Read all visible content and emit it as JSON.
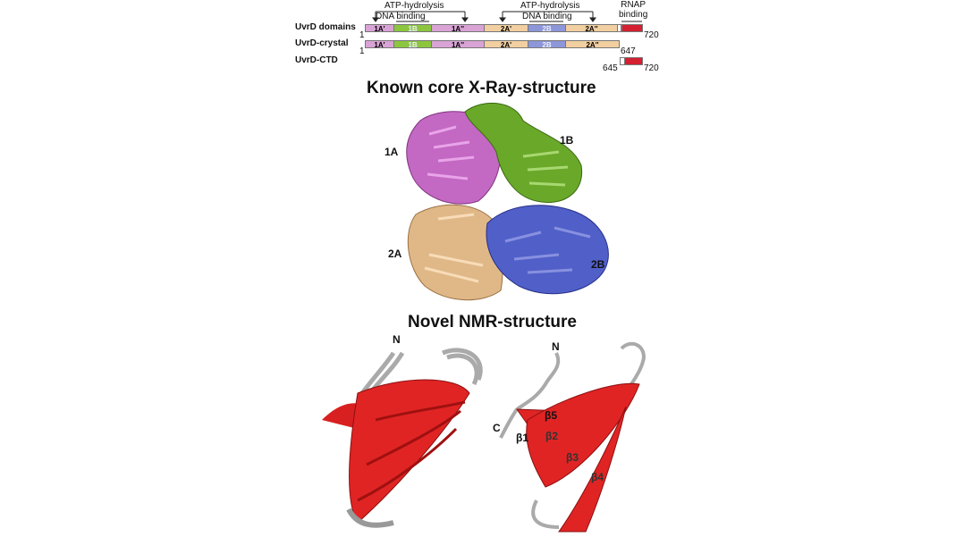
{
  "domain_map": {
    "annotations": {
      "atp_hydrolysis_1": "ATP-hydrolysis",
      "dna_binding_1": "DNA binding",
      "atp_hydrolysis_2": "ATP-hydrolysis",
      "dna_binding_2": "DNA binding",
      "rnap_binding": "RNAP\nbinding"
    },
    "rows": [
      {
        "label": "UvrD domains",
        "start": "1",
        "end": "720"
      },
      {
        "label": "UvrD-crystal",
        "start": "1",
        "end": "647"
      },
      {
        "label": "UvrD-CTD",
        "start": "645",
        "end": "720"
      }
    ],
    "segments": [
      {
        "label": "1A'",
        "color": "#d9a3d6"
      },
      {
        "label": "1B",
        "color": "#8cc63f"
      },
      {
        "label": "1A''",
        "color": "#d9a3d6"
      },
      {
        "label": "2A'",
        "color": "#f2cfa0"
      },
      {
        "label": "2B",
        "color": "#8d96d8"
      },
      {
        "label": "2A''",
        "color": "#f2cfa0"
      }
    ],
    "ctd_color": "#d42030"
  },
  "xray": {
    "title": "Known core X-Ray-structure",
    "domains": [
      {
        "label": "1A",
        "color": "#c060c0"
      },
      {
        "label": "1B",
        "color": "#5a9a20"
      },
      {
        "label": "2A",
        "color": "#d9b080"
      },
      {
        "label": "2B",
        "color": "#4a58c0"
      }
    ]
  },
  "nmr": {
    "title": "Novel NMR-structure",
    "left_labels": {
      "n": "N"
    },
    "right_labels": {
      "n": "N",
      "c": "C",
      "b1": "β1",
      "b2": "β2",
      "b3": "β3",
      "b4": "β4",
      "b5": "β5"
    },
    "strand_color": "#e02020",
    "loop_color": "#b8b8b8"
  }
}
